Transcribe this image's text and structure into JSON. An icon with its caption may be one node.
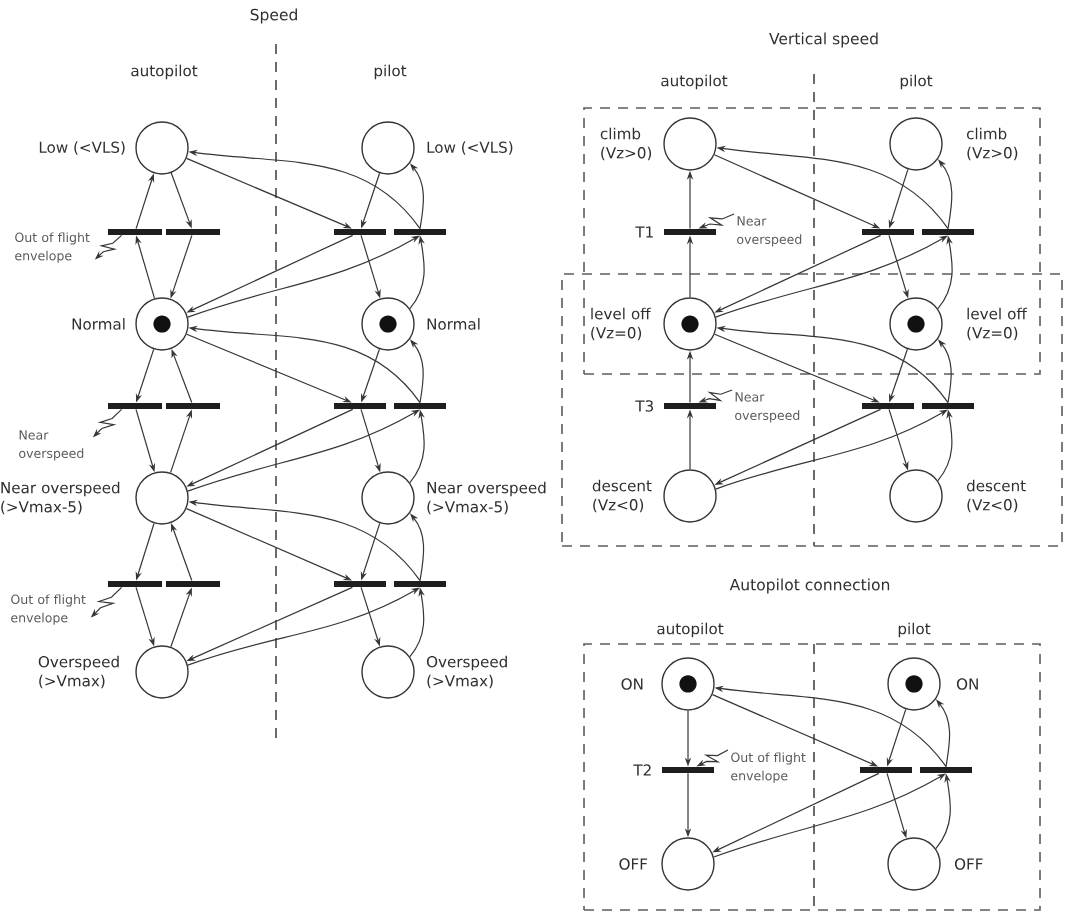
{
  "diagram": {
    "nodes": [
      {
        "text": [],
        "shape": "circle",
        "beside": [
          "Low (<VLS)"
        ]
      },
      {
        "text": [],
        "shape": "circle",
        "beside": [
          "Low (<VLS)"
        ]
      },
      {
        "text": [],
        "shape": "bar"
      },
      {
        "text": [],
        "shape": "bar"
      },
      {
        "text": [],
        "shape": "bar"
      },
      {
        "text": [],
        "shape": "bar"
      },
      {
        "text": [
          "Out of flight envelope"
        ]
      },
      {
        "text": [],
        "shape": "circle",
        "beside": [
          "Normal"
        ]
      },
      {
        "text": [],
        "shape": "circle",
        "beside": [
          "Normal"
        ]
      },
      {
        "text": [],
        "shape": "bar"
      },
      {
        "text": [],
        "shape": "bar"
      },
      {
        "text": [],
        "shape": "bar"
      },
      {
        "text": [],
        "shape": "bar"
      },
      {
        "text": [
          "Near overspeed"
        ]
      },
      {
        "text": [],
        "shape": "circle",
        "beside": [
          "Near overspeed (>Vmax-5)"
        ]
      },
      {
        "text": [],
        "shape": "circle",
        "beside": [
          "Near overspeed (>Vmax-5)"
        ]
      },
      {
        "text": [],
        "shape": "bar"
      },
      {
        "text": [],
        "shape": "bar"
      },
      {
        "text": [],
        "shape": "bar"
      },
      {
        "text": [],
        "shape": "bar"
      },
      {
        "text": [
          "Out of flight envelope"
        ]
      },
      {
        "text": [],
        "shape": "circle",
        "beside": [
          "Overspeed (>Vmax)"
        ]
      },
      {
        "text": [],
        "shape": "circle",
        "beside": [
          "Overspeed (>Vmax)"
        ]
      },
      {
        "text": [],
        "shape": "box"
      },
      {
        "text": [],
        "shape": "circle",
        "beside": [
          "climb (Vz>0)"
        ],
        "in": 23
      },
      {
        "text": [],
        "shape": "circle",
        "beside": [
          "climb (Vz>0)"
        ],
        "in": 23
      },
      {
        "text": [],
        "shape": "bar",
        "beside": [
          "T1"
        ],
        "in": 23
      },
      {
        "text": [
          "Near overspeed"
        ],
        "in": 23
      },
      {
        "text": [],
        "shape": "bar",
        "in": 23
      },
      {
        "text": [],
        "shape": "bar",
        "in": 23
      },
      {
        "text": [],
        "shape": "box"
      },
      {
        "text": [],
        "shape": "circle",
        "beside": [
          "level off (Vz=0)"
        ]
      },
      {
        "text": [],
        "shape": "circle",
        "beside": [
          "level off (Vz=0)"
        ]
      },
      {
        "text": [],
        "shape": "bar",
        "beside": [
          "T3"
        ],
        "in": 30
      },
      {
        "text": [
          "Near overspeed"
        ],
        "in": 30
      },
      {
        "text": [],
        "shape": "bar",
        "in": 30
      },
      {
        "text": [],
        "shape": "bar",
        "in": 30
      },
      {
        "text": [],
        "shape": "circle",
        "beside": [
          "descent (Vz<0)"
        ],
        "in": 30
      },
      {
        "text": [],
        "shape": "circle",
        "beside": [
          "descent (Vz<0)"
        ],
        "in": 30
      },
      {
        "text": [],
        "shape": "box"
      },
      {
        "text": [],
        "shape": "circle",
        "beside": [
          "ON"
        ],
        "in": 39
      },
      {
        "text": [],
        "shape": "circle",
        "beside": [
          "ON"
        ],
        "in": 39
      },
      {
        "text": [],
        "shape": "bar",
        "beside": [
          "T2"
        ],
        "in": 39
      },
      {
        "text": [
          "Out of flight envelope"
        ],
        "in": 39
      },
      {
        "text": [],
        "shape": "bar",
        "in": 39
      },
      {
        "text": [],
        "shape": "bar",
        "in": 39
      },
      {
        "text": [],
        "shape": "circle",
        "beside": [
          "OFF"
        ],
        "in": 39
      },
      {
        "text": [],
        "shape": "circle",
        "beside": [
          "OFF"
        ],
        "in": 39
      },
      {
        "text": [],
        "shape": "dot",
        "in": 7
      },
      {
        "text": [],
        "shape": "dot",
        "in": 8
      },
      {
        "text": [],
        "shape": "dot",
        "in": 31
      },
      {
        "text": [],
        "shape": "dot",
        "in": 32
      },
      {
        "text": [],
        "shape": "dot",
        "in": 40
      },
      {
        "text": [],
        "shape": "dot",
        "in": 41
      }
    ],
    "edges": [
      {
        "from": 7,
        "to": 2,
        "arrow": "to"
      },
      {
        "from": 2,
        "to": 0,
        "arrow": "to"
      },
      {
        "from": 0,
        "to": 3,
        "arrow": "to"
      },
      {
        "from": 3,
        "to": 7,
        "arrow": "to"
      },
      {
        "from": 2,
        "to": 6,
        "arrow": "to"
      },
      {
        "from": 1,
        "to": 4,
        "arrow": "to"
      },
      {
        "from": 4,
        "to": 8,
        "arrow": "to"
      },
      {
        "from": 8,
        "to": 5,
        "arrow": "to"
      },
      {
        "from": 5,
        "to": 1,
        "arrow": "to"
      },
      {
        "from": 0,
        "to": 4,
        "arrow": "to"
      },
      {
        "from": 4,
        "to": 7,
        "arrow": "to"
      },
      {
        "from": 7,
        "to": 5,
        "arrow": "to"
      },
      {
        "from": 5,
        "to": 0,
        "arrow": "to"
      },
      {
        "from": 7,
        "to": 9,
        "arrow": "to"
      },
      {
        "from": 9,
        "to": 14,
        "arrow": "to"
      },
      {
        "from": 14,
        "to": 10,
        "arrow": "to"
      },
      {
        "from": 10,
        "to": 7,
        "arrow": "to"
      },
      {
        "from": 9,
        "to": 13,
        "arrow": "to"
      },
      {
        "from": 8,
        "to": 11,
        "arrow": "to"
      },
      {
        "from": 11,
        "to": 15,
        "arrow": "to"
      },
      {
        "from": 15,
        "to": 12,
        "arrow": "to"
      },
      {
        "from": 12,
        "to": 8,
        "arrow": "to"
      },
      {
        "from": 7,
        "to": 11,
        "arrow": "to"
      },
      {
        "from": 11,
        "to": 14,
        "arrow": "to"
      },
      {
        "from": 14,
        "to": 12,
        "arrow": "to"
      },
      {
        "from": 12,
        "to": 7,
        "arrow": "to"
      },
      {
        "from": 14,
        "to": 16,
        "arrow": "to"
      },
      {
        "from": 16,
        "to": 21,
        "arrow": "to"
      },
      {
        "from": 21,
        "to": 17,
        "arrow": "to"
      },
      {
        "from": 17,
        "to": 14,
        "arrow": "to"
      },
      {
        "from": 16,
        "to": 20,
        "arrow": "to"
      },
      {
        "from": 15,
        "to": 18,
        "arrow": "to"
      },
      {
        "from": 18,
        "to": 22,
        "arrow": "to"
      },
      {
        "from": 22,
        "to": 19,
        "arrow": "to"
      },
      {
        "from": 19,
        "to": 15,
        "arrow": "to"
      },
      {
        "from": 14,
        "to": 18,
        "arrow": "to"
      },
      {
        "from": 18,
        "to": 21,
        "arrow": "to"
      },
      {
        "from": 21,
        "to": 19,
        "arrow": "to"
      },
      {
        "from": 19,
        "to": 14,
        "arrow": "to"
      },
      {
        "from": 31,
        "to": 26,
        "arrow": "to"
      },
      {
        "from": 26,
        "to": 24,
        "arrow": "to"
      },
      {
        "from": 27,
        "to": 26,
        "arrow": "to"
      },
      {
        "from": 25,
        "to": 28,
        "arrow": "to"
      },
      {
        "from": 28,
        "to": 32,
        "arrow": "to"
      },
      {
        "from": 32,
        "to": 29,
        "arrow": "to"
      },
      {
        "from": 29,
        "to": 25,
        "arrow": "to"
      },
      {
        "from": 24,
        "to": 28,
        "arrow": "to"
      },
      {
        "from": 28,
        "to": 31,
        "arrow": "to"
      },
      {
        "from": 31,
        "to": 29,
        "arrow": "to"
      },
      {
        "from": 29,
        "to": 24,
        "arrow": "to"
      },
      {
        "from": 37,
        "to": 33,
        "arrow": "to"
      },
      {
        "from": 33,
        "to": 31,
        "arrow": "to"
      },
      {
        "from": 34,
        "to": 33,
        "arrow": "to"
      },
      {
        "from": 32,
        "to": 35,
        "arrow": "to"
      },
      {
        "from": 35,
        "to": 38,
        "arrow": "to"
      },
      {
        "from": 38,
        "to": 36,
        "arrow": "to"
      },
      {
        "from": 36,
        "to": 32,
        "arrow": "to"
      },
      {
        "from": 31,
        "to": 35,
        "arrow": "to"
      },
      {
        "from": 35,
        "to": 37,
        "arrow": "to"
      },
      {
        "from": 37,
        "to": 36,
        "arrow": "to"
      },
      {
        "from": 36,
        "to": 31,
        "arrow": "to"
      },
      {
        "from": 40,
        "to": 42,
        "arrow": "to"
      },
      {
        "from": 42,
        "to": 46,
        "arrow": "to"
      },
      {
        "from": 43,
        "to": 42,
        "arrow": "to"
      },
      {
        "from": 41,
        "to": 44,
        "arrow": "to"
      },
      {
        "from": 44,
        "to": 47,
        "arrow": "to"
      },
      {
        "from": 47,
        "to": 45,
        "arrow": "to"
      },
      {
        "from": 45,
        "to": 41,
        "arrow": "to"
      },
      {
        "from": 40,
        "to": 44,
        "arrow": "to"
      },
      {
        "from": 44,
        "to": 46,
        "arrow": "to"
      },
      {
        "from": 46,
        "to": 45,
        "arrow": "to"
      },
      {
        "from": 45,
        "to": 40,
        "arrow": "to"
      }
    ],
    "labels": [
      "Speed",
      "Vertical speed",
      "autopilot",
      "pilot",
      "autopilot",
      "pilot",
      "Autopilot connection",
      "autopilot",
      "pilot"
    ]
  }
}
